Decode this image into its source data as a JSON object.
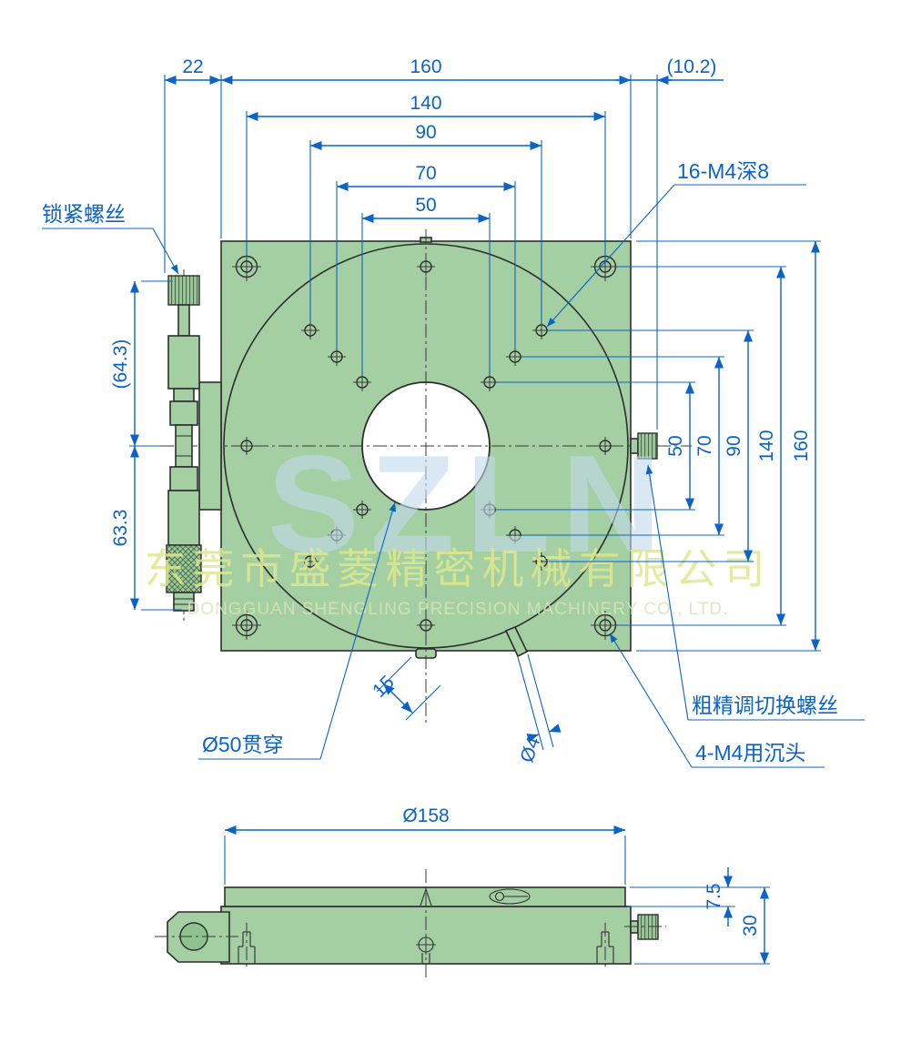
{
  "drawing": {
    "top_dims": {
      "d22": "22",
      "d160": "160",
      "d10_2": "(10.2)",
      "d140": "140",
      "d90": "90",
      "d70": "70",
      "d50": "50"
    },
    "right_dims": {
      "d50": "50",
      "d70": "70",
      "d90": "90",
      "d140": "140",
      "d160": "160"
    },
    "left_dims": {
      "d64_3": "(64.3)",
      "d63_3": "63.3"
    },
    "labels": {
      "locking_screw": "锁紧螺丝",
      "m4_16": "16-M4深8",
      "coarse_fine_switch": "粗精调切换螺丝",
      "m4_4_csk": "4-M4用沉头",
      "d50_through": "Ø50贯穿",
      "d4": "Ø4",
      "d15": "15"
    },
    "bottom_dims": {
      "d158": "Ø158",
      "d7_5": "7.5",
      "d30": "30"
    }
  },
  "watermark": {
    "logo": "SZLN",
    "company_cn": "东莞市盛菱精密机械有限公司",
    "company_en": "DONGGUAN SHENGLING PRECISION MACHINERY CO., LTD."
  },
  "colors": {
    "dimension_blue": "#0b63c8",
    "body_green": "#a3cfa2",
    "outline_dark": "#2e2e2e"
  }
}
